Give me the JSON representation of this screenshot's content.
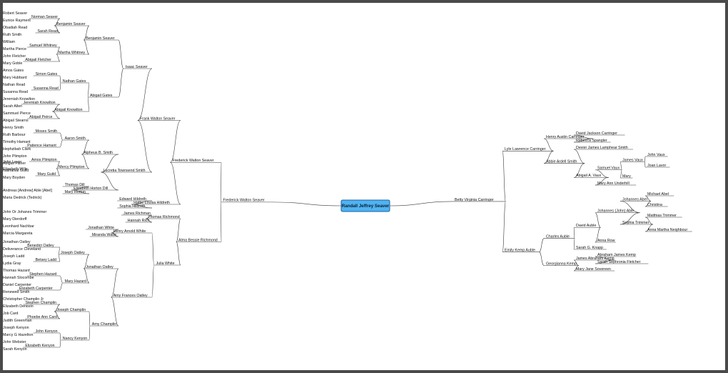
{
  "root": {
    "name": "Randall Jeffrey Seaver",
    "fill": "#4fb3f2",
    "father": {
      "name": "Frederick Walton Seaver",
      "father": {
        "name": "Frederick Walton Seaver",
        "father": {
          "name": "Frank Walton Seaver",
          "father": {
            "name": "Isaac Seaver",
            "father": {
              "name": "Benjamin Seaver",
              "father": {
                "name": "Benjamin Seaver",
                "father": {
                  "name": "Norman Seaver",
                  "father": {
                    "name": "Robert Seaver"
                  },
                  "mother": {
                    "name": "Eunice Rayment"
                  }
                },
                "mother": {
                  "name": "Sarah Read",
                  "father": {
                    "name": "Obadiah Read"
                  },
                  "mother": {
                    "name": "Ruth Smith"
                  }
                }
              },
              "mother": {
                "name": "Martha Whitney",
                "father": {
                  "name": "Samuel Whitney",
                  "father": {
                    "name": "William"
                  },
                  "mother": {
                    "name": "Martha Pierce"
                  }
                },
                "mother": {
                  "name": "Abigail Fletcher",
                  "father": {
                    "name": "John Fletcher"
                  },
                  "mother": {
                    "name": "Mary Goble"
                  }
                }
              }
            },
            "mother": {
              "name": "Abigail Gates",
              "father": {
                "name": "Nathan Gates",
                "father": {
                  "name": "Simon Gates",
                  "father": {
                    "name": "Amos Gates"
                  },
                  "mother": {
                    "name": "Mary Hubbard"
                  }
                },
                "mother": {
                  "name": "Susanna Read",
                  "father": {
                    "name": "Nathan Read"
                  },
                  "mother": {
                    "name": "Susanna Read"
                  }
                }
              },
              "mother": {
                "name": "Abigail Knowlton",
                "father": {
                  "name": "Jeremiah Knowlton",
                  "father": {
                    "name": "Jeremiah Knowlton"
                  },
                  "mother": {
                    "name": "Sarah Allen"
                  }
                },
                "mother": {
                  "name": "Abigail Peirce",
                  "father": {
                    "name": "Sammuel Pierce"
                  },
                  "mother": {
                    "name": "Abigail Stearns"
                  }
                }
              }
            }
          },
          "mother": {
            "name": "Lucretia Townsend Smith",
            "father": {
              "name": "Alpheus B. Smith",
              "father": {
                "name": "Aaron Smith",
                "father": {
                  "name": "Moses Smith",
                  "father": {
                    "name": "Henry Smith"
                  },
                  "mother": {
                    "name": "Ruth Barbour"
                  }
                },
                "mother": {
                  "name": "Patience Hamant",
                  "father": {
                    "name": "Timothy Hamant"
                  },
                  "mother": {
                    "name": "Hephzibah Clark"
                  }
                }
              },
              "mother": {
                "name": "Mercy Plimpton",
                "father": {
                  "name": "Amos Plimpton",
                  "father": {
                    "name": "John Plimpton"
                  },
                  "mother": {
                    "name": "Abigail Fisher"
                  }
                },
                "mother": {
                  "name": "Mary Guild",
                  "father": {
                    "name": "Nathanial Guild"
                  },
                  "mother": {
                    "name": "Mary Boyden"
                  }
                }
              }
            },
            "mother": {
              "name": "Elizabeth Horton Dill",
              "father": {
                "name": "Thomas Dill"
              },
              "mother": {
                "name": "Mary Horton"
              }
            }
          }
        },
        "mother": {
          "name": "Hattie Louisa Hildreth",
          "father": {
            "name": "Edward Hildreth"
          },
          "mother": {
            "name": "Sophia Hildreth"
          }
        }
      },
      "mother": {
        "name": "Alma Bessie Richmond",
        "father": {
          "name": "Thomas Richmond",
          "father": {
            "name": "James Richman"
          },
          "mother": {
            "name": "Hannah Rich"
          }
        },
        "mother": {
          "name": "Julia White",
          "father": {
            "name": "Henry Arnold White",
            "father": {
              "name": "Jonathan White"
            },
            "mother": {
              "name": "Miranda Wade"
            }
          },
          "mother": {
            "name": "Amy Frances Oatley",
            "father": {
              "name": "Jonathan Oatley",
              "father": {
                "name": "Joseph Oatley",
                "father": {
                  "name": "Benedict Oatley",
                  "father": {
                    "name": "Jonathan Oatley"
                  },
                  "mother": {
                    "name": "Deliverance Cleveland"
                  }
                },
                "mother": {
                  "name": "Betsey Ladd",
                  "father": {
                    "name": "Joseph Ladd"
                  },
                  "mother": {
                    "name": "Lydia Gray"
                  }
                }
              },
              "mother": {
                "name": "Mary Hazard",
                "father": {
                  "name": "Stephen Hazard",
                  "father": {
                    "name": "Thomas Hazard"
                  },
                  "mother": {
                    "name": "Hannah Slocombe"
                  }
                },
                "mother": {
                  "name": "Elizabeth Carpenter",
                  "father": {
                    "name": "Daniel Carpenter"
                  },
                  "mother": {
                    "name": "Renewed Smith"
                  }
                }
              }
            },
            "mother": {
              "name": "Amy Champlin",
              "father": {
                "name": "Joseph Champlin",
                "father": {
                  "name": "Stephen Champlin",
                  "father": {
                    "name": "Christopher Champlin Jr"
                  },
                  "mother": {
                    "name": "Elizabeth Denison"
                  }
                },
                "mother": {
                  "name": "Phoebe Ann Card",
                  "father": {
                    "name": "Job Card"
                  },
                  "mother": {
                    "name": "Judith Greenman"
                  }
                }
              },
              "mother": {
                "name": "Nancy Kenyon",
                "father": {
                  "name": "John Kenyon",
                  "father": {
                    "name": "Joseph Kenyon"
                  },
                  "mother": {
                    "name": "Marcy G Hazelton"
                  }
                },
                "mother": {
                  "name": "Elizabeth Kenyon",
                  "father": {
                    "name": "John Webster"
                  },
                  "mother": {
                    "name": "Sarah Kenyon"
                  }
                }
              }
            }
          }
        }
      }
    },
    "mother": {
      "name": "Betty Virginia Carringer",
      "father": {
        "name": "Lyle Lawrence Carringer",
        "father": {
          "name": "Henry Austin Carringer",
          "father": {
            "name": "David Jackson Carringer"
          },
          "mother": {
            "name": "Rebecca Spangler"
          }
        },
        "mother": {
          "name": "Abbie Ardell Smith",
          "father": {
            "name": "Devier James Lamphear Smith"
          },
          "mother": {
            "name": "Abigail A. Vaux",
            "father": {
              "name": "Samuel Vaux",
              "father": {
                "name": "James Vaux",
                "father": {
                  "name": "John Vaux"
                },
                "mother": {
                  "name": "Joan Lavor",
                  "father": {
                    "name": "John Laver"
                  },
                  "mother": {
                    "name": "Elizabeth Wille"
                  }
                }
              },
              "mother": {
                "name": "Mary"
              }
            },
            "mother": {
              "name": "Mary Ann Underhill"
            }
          }
        }
      },
      "mother": {
        "name": "Emily Kemp Auble",
        "father": {
          "name": "Charles Auble",
          "father": {
            "name": "David Auble",
            "father": {
              "name": "Johannes (John) Able",
              "father": {
                "name": "Johannes Abel",
                "father": {
                  "name": "Michael Abel",
                  "father": {
                    "name": "Andreas [Andrew] Able [Abel]"
                  },
                  "mother": {
                    "name": "Maria Dedrick (Tedrick)"
                  }
                },
                "mother": {
                  "name": "Christina"
                }
              },
              "mother": {
                "name": "Sophia Trimmer",
                "father": {
                  "name": "Matthias Trimmer",
                  "father": {
                    "name": "John Or Johanes Trimmer"
                  },
                  "mother": {
                    "name": "Mary Dierdorff"
                  }
                },
                "mother": {
                  "name": "Anna Martha Neighbour",
                  "father": {
                    "name": "Leonhard Nachbar"
                  },
                  "mother": {
                    "name": "Marcia Margareta"
                  }
                }
              }
            },
            "mother": {
              "name": "Anna Row"
            }
          },
          "mother": {
            "name": "Sarah G. Knapp"
          }
        },
        "mother": {
          "name": "Georgianna Kemp",
          "father": {
            "name": "James Abraham Kemp",
            "father": {
              "name": "Abraham James Kemp"
            },
            "mother": {
              "name": "Sarah Sephronia Fletcher"
            }
          },
          "mother": {
            "name": "Mary Jane Sovereen"
          }
        }
      }
    }
  }
}
